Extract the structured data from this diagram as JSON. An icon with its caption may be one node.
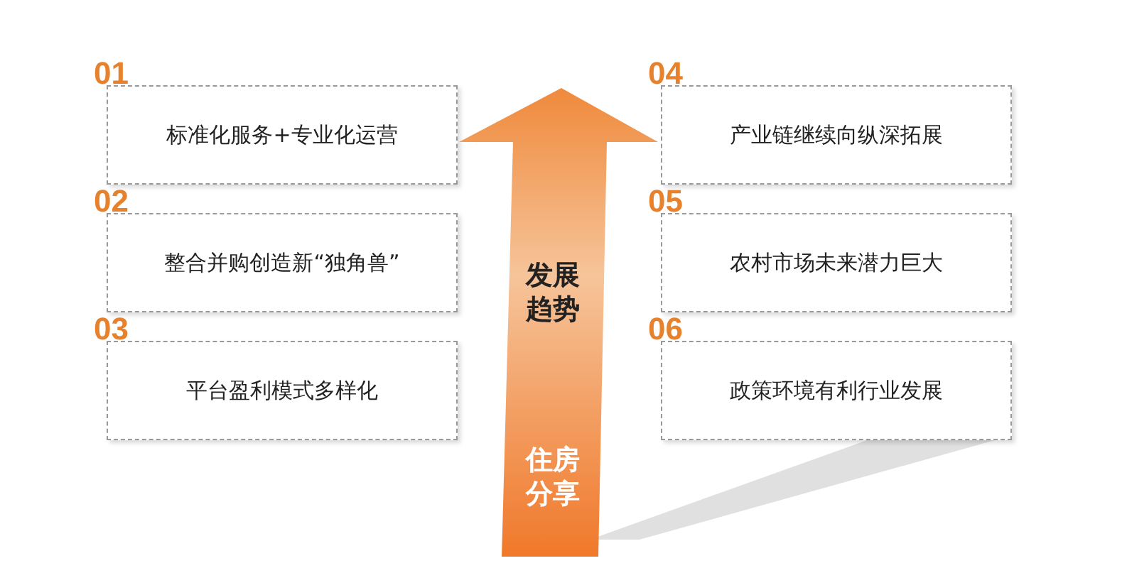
{
  "diagram": {
    "nodes": [
      {
        "text": [
          "标准化服务+专业化运营"
        ],
        "beside": [
          "01"
        ]
      },
      {
        "text": [
          "整合并购创造新“独角兽”"
        ],
        "beside": [
          "02"
        ]
      },
      {
        "text": [
          "平台盈利模式多样化"
        ],
        "beside": [
          "03"
        ]
      },
      {
        "text": [
          "发展趋势",
          "住房分享"
        ]
      },
      {
        "text": [
          "产业链继续向纵深拓展"
        ],
        "beside": [
          "04"
        ]
      },
      {
        "text": [
          "农村市场未来潜力巨大"
        ],
        "beside": [
          "05"
        ]
      },
      {
        "text": [
          "政策环境有利行业发展"
        ],
        "beside": [
          "06"
        ]
      }
    ]
  }
}
